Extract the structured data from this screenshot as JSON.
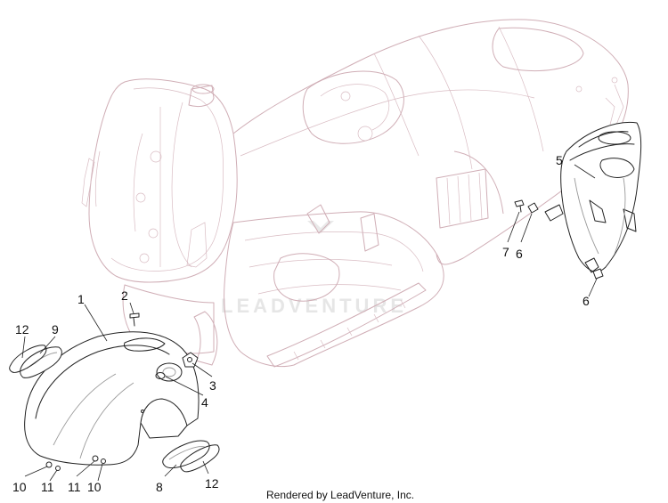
{
  "callouts": {
    "c1": "1",
    "c2": "2",
    "c3": "3",
    "c4": "4",
    "c5": "5",
    "c6a": "6",
    "c6b": "6",
    "c7": "7",
    "c8": "8",
    "c9": "9",
    "c10a": "10",
    "c10b": "10",
    "c11a": "11",
    "c11b": "11",
    "c12a": "12",
    "c12b": "12"
  },
  "watermark": "LEADVENTURE",
  "credit": "Rendered by LeadVenture, Inc.",
  "colors": {
    "frame": "#d0aeb6",
    "parts": "#222222",
    "background": "#ffffff"
  }
}
